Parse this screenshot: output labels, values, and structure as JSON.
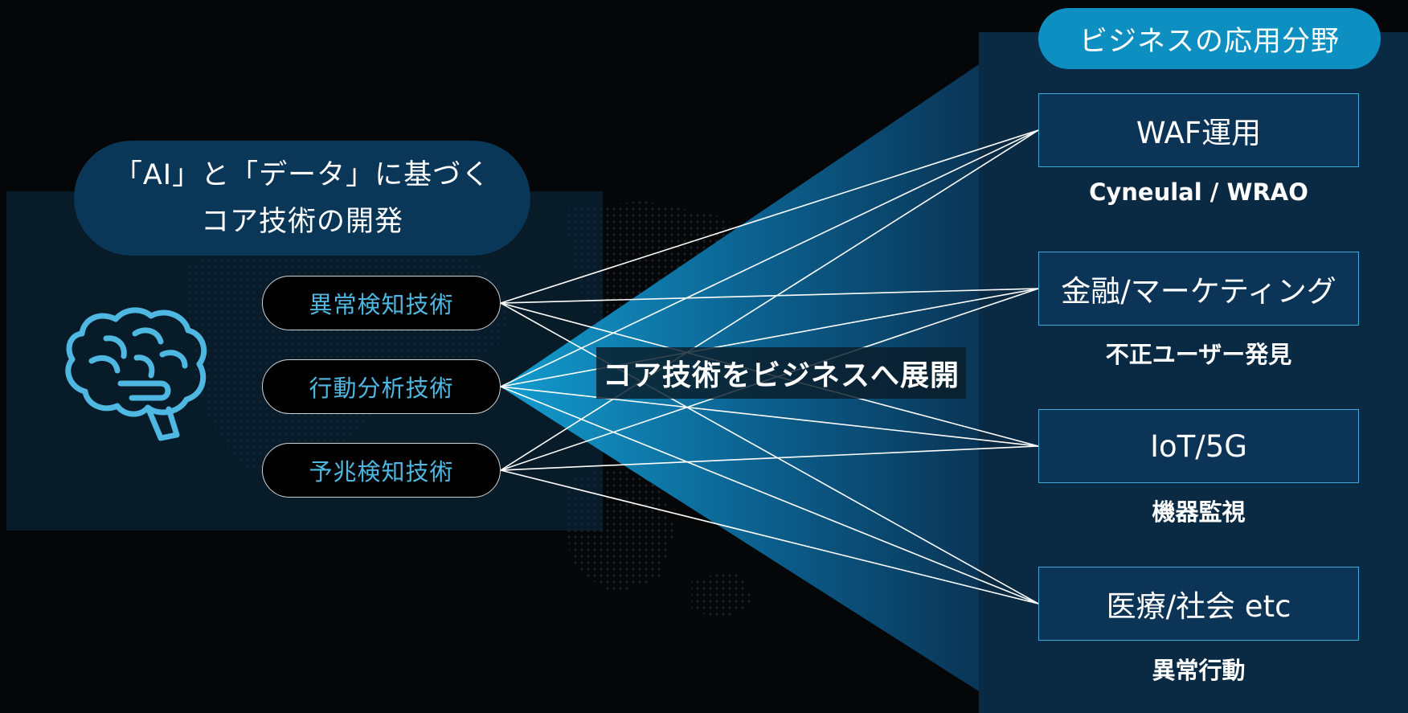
{
  "left_title": {
    "line1": "「AI」と「データ」に基づく",
    "line2": "コア技術の開発"
  },
  "brain_icon": "brain-icon",
  "core_techs": [
    {
      "label": "異常検知技術"
    },
    {
      "label": "行動分析技術"
    },
    {
      "label": "予兆検知技術"
    }
  ],
  "center_label": "コア技術をビジネスへ展開",
  "right_header": "ビジネスの応用分野",
  "applications": [
    {
      "title": "WAF運用",
      "subtitle": "Cyneulal / WRAO"
    },
    {
      "title": "金融/マーケティング",
      "subtitle": "不正ユーザー発見"
    },
    {
      "title": "IoT/5G",
      "subtitle": "機器監視"
    },
    {
      "title": "医療/社会 etc",
      "subtitle": "異常行動"
    }
  ],
  "colors": {
    "background": "#050607",
    "navy_panel": "#0a2a44",
    "accent_blue": "#0e8fc2",
    "icon_blue": "#4fb8e2",
    "box_border": "#3fa9dc"
  }
}
